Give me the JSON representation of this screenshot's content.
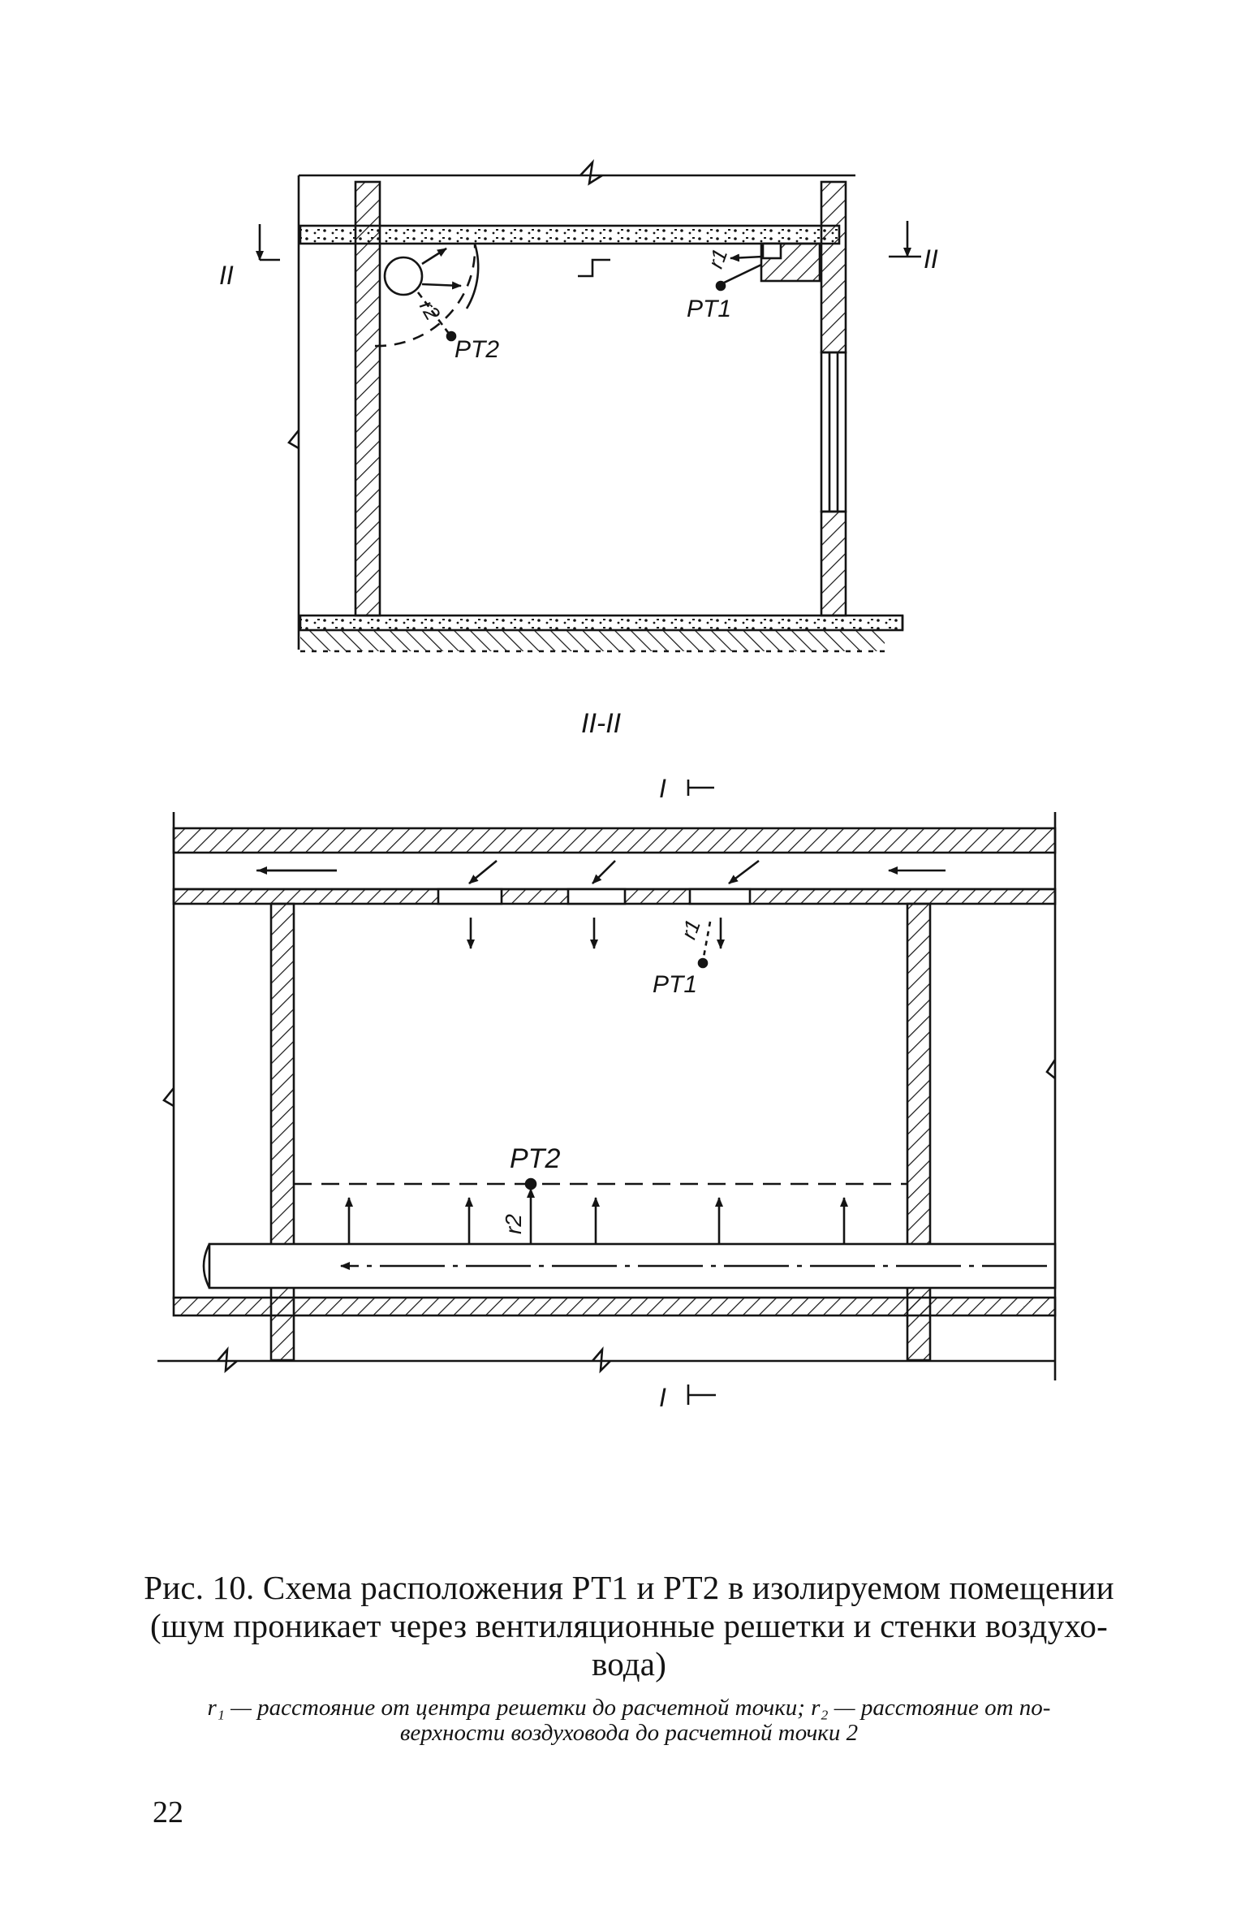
{
  "figure": {
    "section_mark_top": "II",
    "section_mark_top_right": "II",
    "section_title": "II-II",
    "section_mark_plan": "I",
    "point1": "PT1",
    "point2": "PT2",
    "r1_label": "r1",
    "r2_label": "r2"
  },
  "caption": {
    "title_line1": "Рис. 10. Схема расположения РТ1 и РТ2 в изолируемом помещении",
    "title_line2": "(шум проникает через вентиляционные решетки и стенки воздухо-",
    "title_line3": "вода)",
    "legend_line1": "r₁ — расстояние от центра решетки до расчетной точки; r₂ — расстояние от по-",
    "legend_line2": "верхности воздуховода до расчетной точки 2"
  },
  "page_number": "22",
  "colors": {
    "ink": "#141414",
    "paper": "#ffffff"
  }
}
